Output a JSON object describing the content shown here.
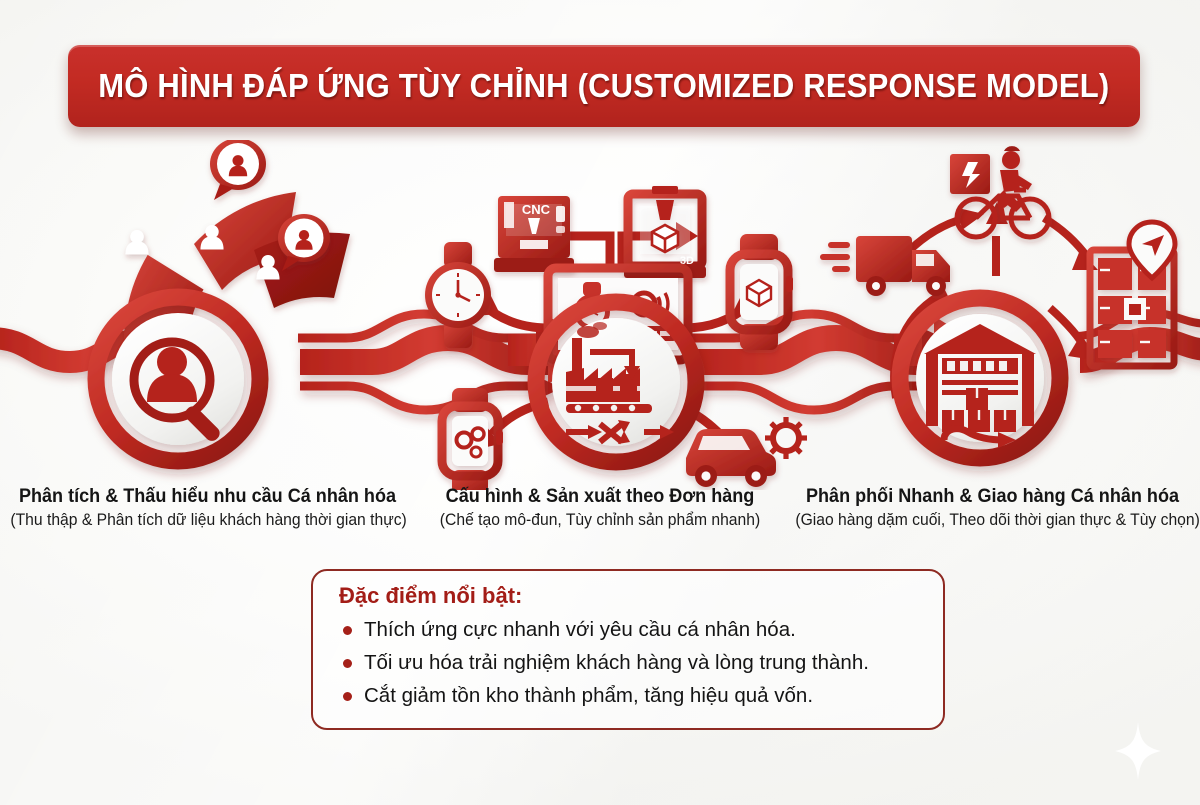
{
  "banner": {
    "title": "MÔ HÌNH ĐÁP ỨNG TÙY CHỈNH (CUSTOMIZED RESPONSE MODEL)"
  },
  "colors": {
    "brand_red": "#c32b23",
    "deep_red": "#8e2a22",
    "dark_red": "#a31d17",
    "mid_red": "#b5231c",
    "light_red": "#d9453a",
    "background": "#f8f8f6",
    "text": "#151515"
  },
  "stages": [
    {
      "id": "stage-1",
      "title": "Phân tích & Thấu hiểu nhu cầu Cá nhân hóa",
      "subtitle": "(Thu thập & Phân tích dữ liệu khách hàng thời gian thực)",
      "center_icon": "person-magnifier-icon",
      "satellites": [
        "avatar-wedge-card-1",
        "avatar-wedge-card-2",
        "avatar-wedge-card-3",
        "speech-bubble-avatar-1",
        "speech-bubble-avatar-2"
      ]
    },
    {
      "id": "stage-2",
      "title": "Cấu hình & Sản xuất theo Đơn hàng",
      "subtitle": "(Chế tạo mô-đun, Tùy chỉnh sản phẩm nhanh)",
      "center_icon": "factory-conveyor-icon",
      "satellites": [
        "cnc-machine-icon",
        "3d-printer-icon",
        "monitor-configurator-icon",
        "wrist-watch-icon",
        "smartwatch-box-icon",
        "smartwatch-gears-icon",
        "car-icon",
        "gear-icon"
      ],
      "machine_labels": {
        "cnc": "CNC",
        "printer": "3D"
      }
    },
    {
      "id": "stage-3",
      "title": "Phân phối Nhanh & Giao hàng Cá nhân hóa",
      "subtitle": "(Giao hàng dặm cuối, Theo dõi thời gian thực & Tùy chọn)",
      "center_icon": "warehouse-icon",
      "satellites": [
        "delivery-truck-icon",
        "bicycle-courier-icon",
        "parcel-locker-icon",
        "location-pin-icon"
      ]
    }
  ],
  "feature_box": {
    "title": "Đặc điểm nổi bật:",
    "items": [
      "Thích ứng cực nhanh với yêu cầu cá nhân hóa.",
      "Tối ưu hóa trải nghiệm khách hàng và lòng trung thành.",
      "Cắt giảm tồn kho thành phẩm, tăng hiệu quả vốn."
    ]
  }
}
